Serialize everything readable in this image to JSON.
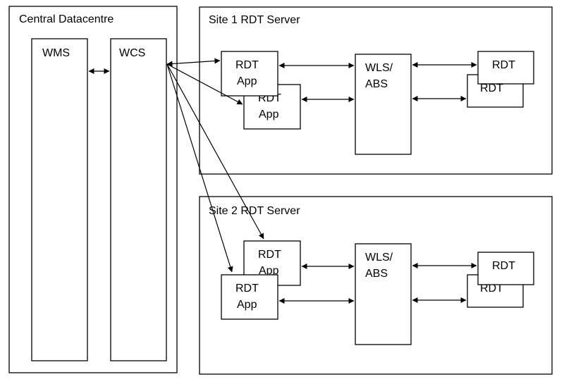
{
  "diagram": {
    "datacentre": {
      "title": "Central Datacentre",
      "wms": "WMS",
      "wcs": "WCS"
    },
    "site1": {
      "title": "Site 1 RDT Server",
      "app_a": [
        "RDT",
        "App"
      ],
      "app_b": [
        "RDT",
        "App"
      ],
      "wls": [
        "WLS/",
        "ABS"
      ],
      "rdt_front": "RDT",
      "rdt_back": "RDT"
    },
    "site2": {
      "title": "Site 2 RDT Server",
      "app_a": [
        "RDT",
        "App"
      ],
      "app_b": [
        "RDT",
        "App"
      ],
      "wls": [
        "WLS/",
        "ABS"
      ],
      "rdt_front": "RDT",
      "rdt_back": "RDT"
    }
  }
}
